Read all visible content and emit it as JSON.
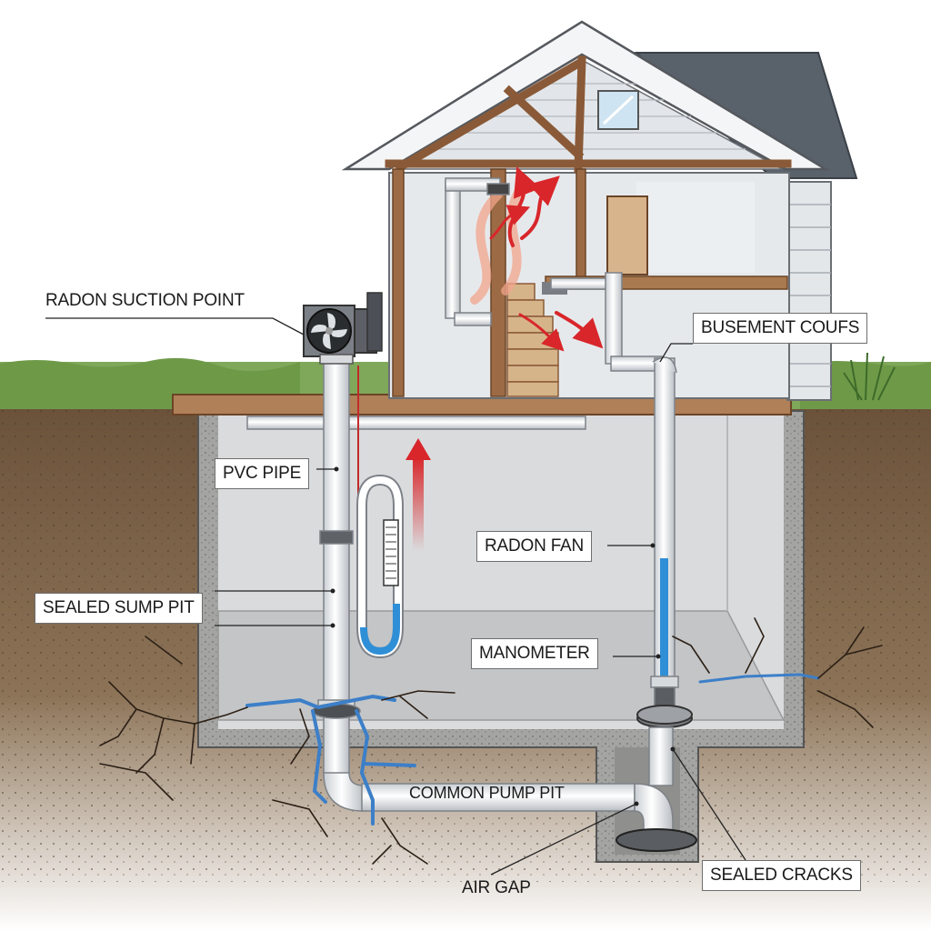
{
  "labels": {
    "radon_suction_point": "RADON SUCTION POINT",
    "busement_coufs": "BUSEMENT COUFS",
    "pvc_pipe": "PVC PIPE",
    "radon_fan": "RADON FAN",
    "sealed_sump_pit": "SEALED SUMP PIT",
    "manometer": "MANOMETER",
    "common_pump_pit": "COMMON PUMP PIT",
    "air_gap": "AIR GAP",
    "sealed_cracks": "SEALED CRACKS"
  },
  "colors": {
    "sky": "#ffffff",
    "grass": "#6f9a4c",
    "soil": "#7a6248",
    "concrete": "#9a9a98",
    "pipe": "#f2f4f6",
    "pipe_outline": "#7d8288",
    "roof": "#5b6470",
    "wood": "#8a5a38",
    "siding": "#dfe3e6",
    "radon_arrow": "#d8262a",
    "manometer_fluid": "#2f8fd6",
    "sealant": "#3c7fc8"
  }
}
